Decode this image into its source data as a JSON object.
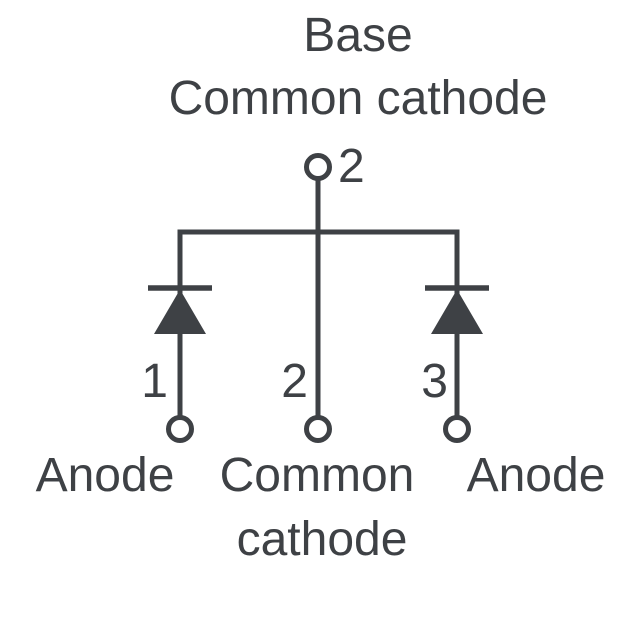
{
  "colors": {
    "ink": "#3e4145",
    "background": "#ffffff"
  },
  "top": {
    "label_line1": "Base",
    "label_line2": "Common cathode",
    "pin": "2"
  },
  "pins": {
    "pin1": "1",
    "pin2": "2",
    "pin3": "3"
  },
  "bottom": {
    "left_label": "Anode",
    "middle_label_line1": "Common",
    "middle_label_line2": "cathode",
    "right_label": "Anode"
  }
}
